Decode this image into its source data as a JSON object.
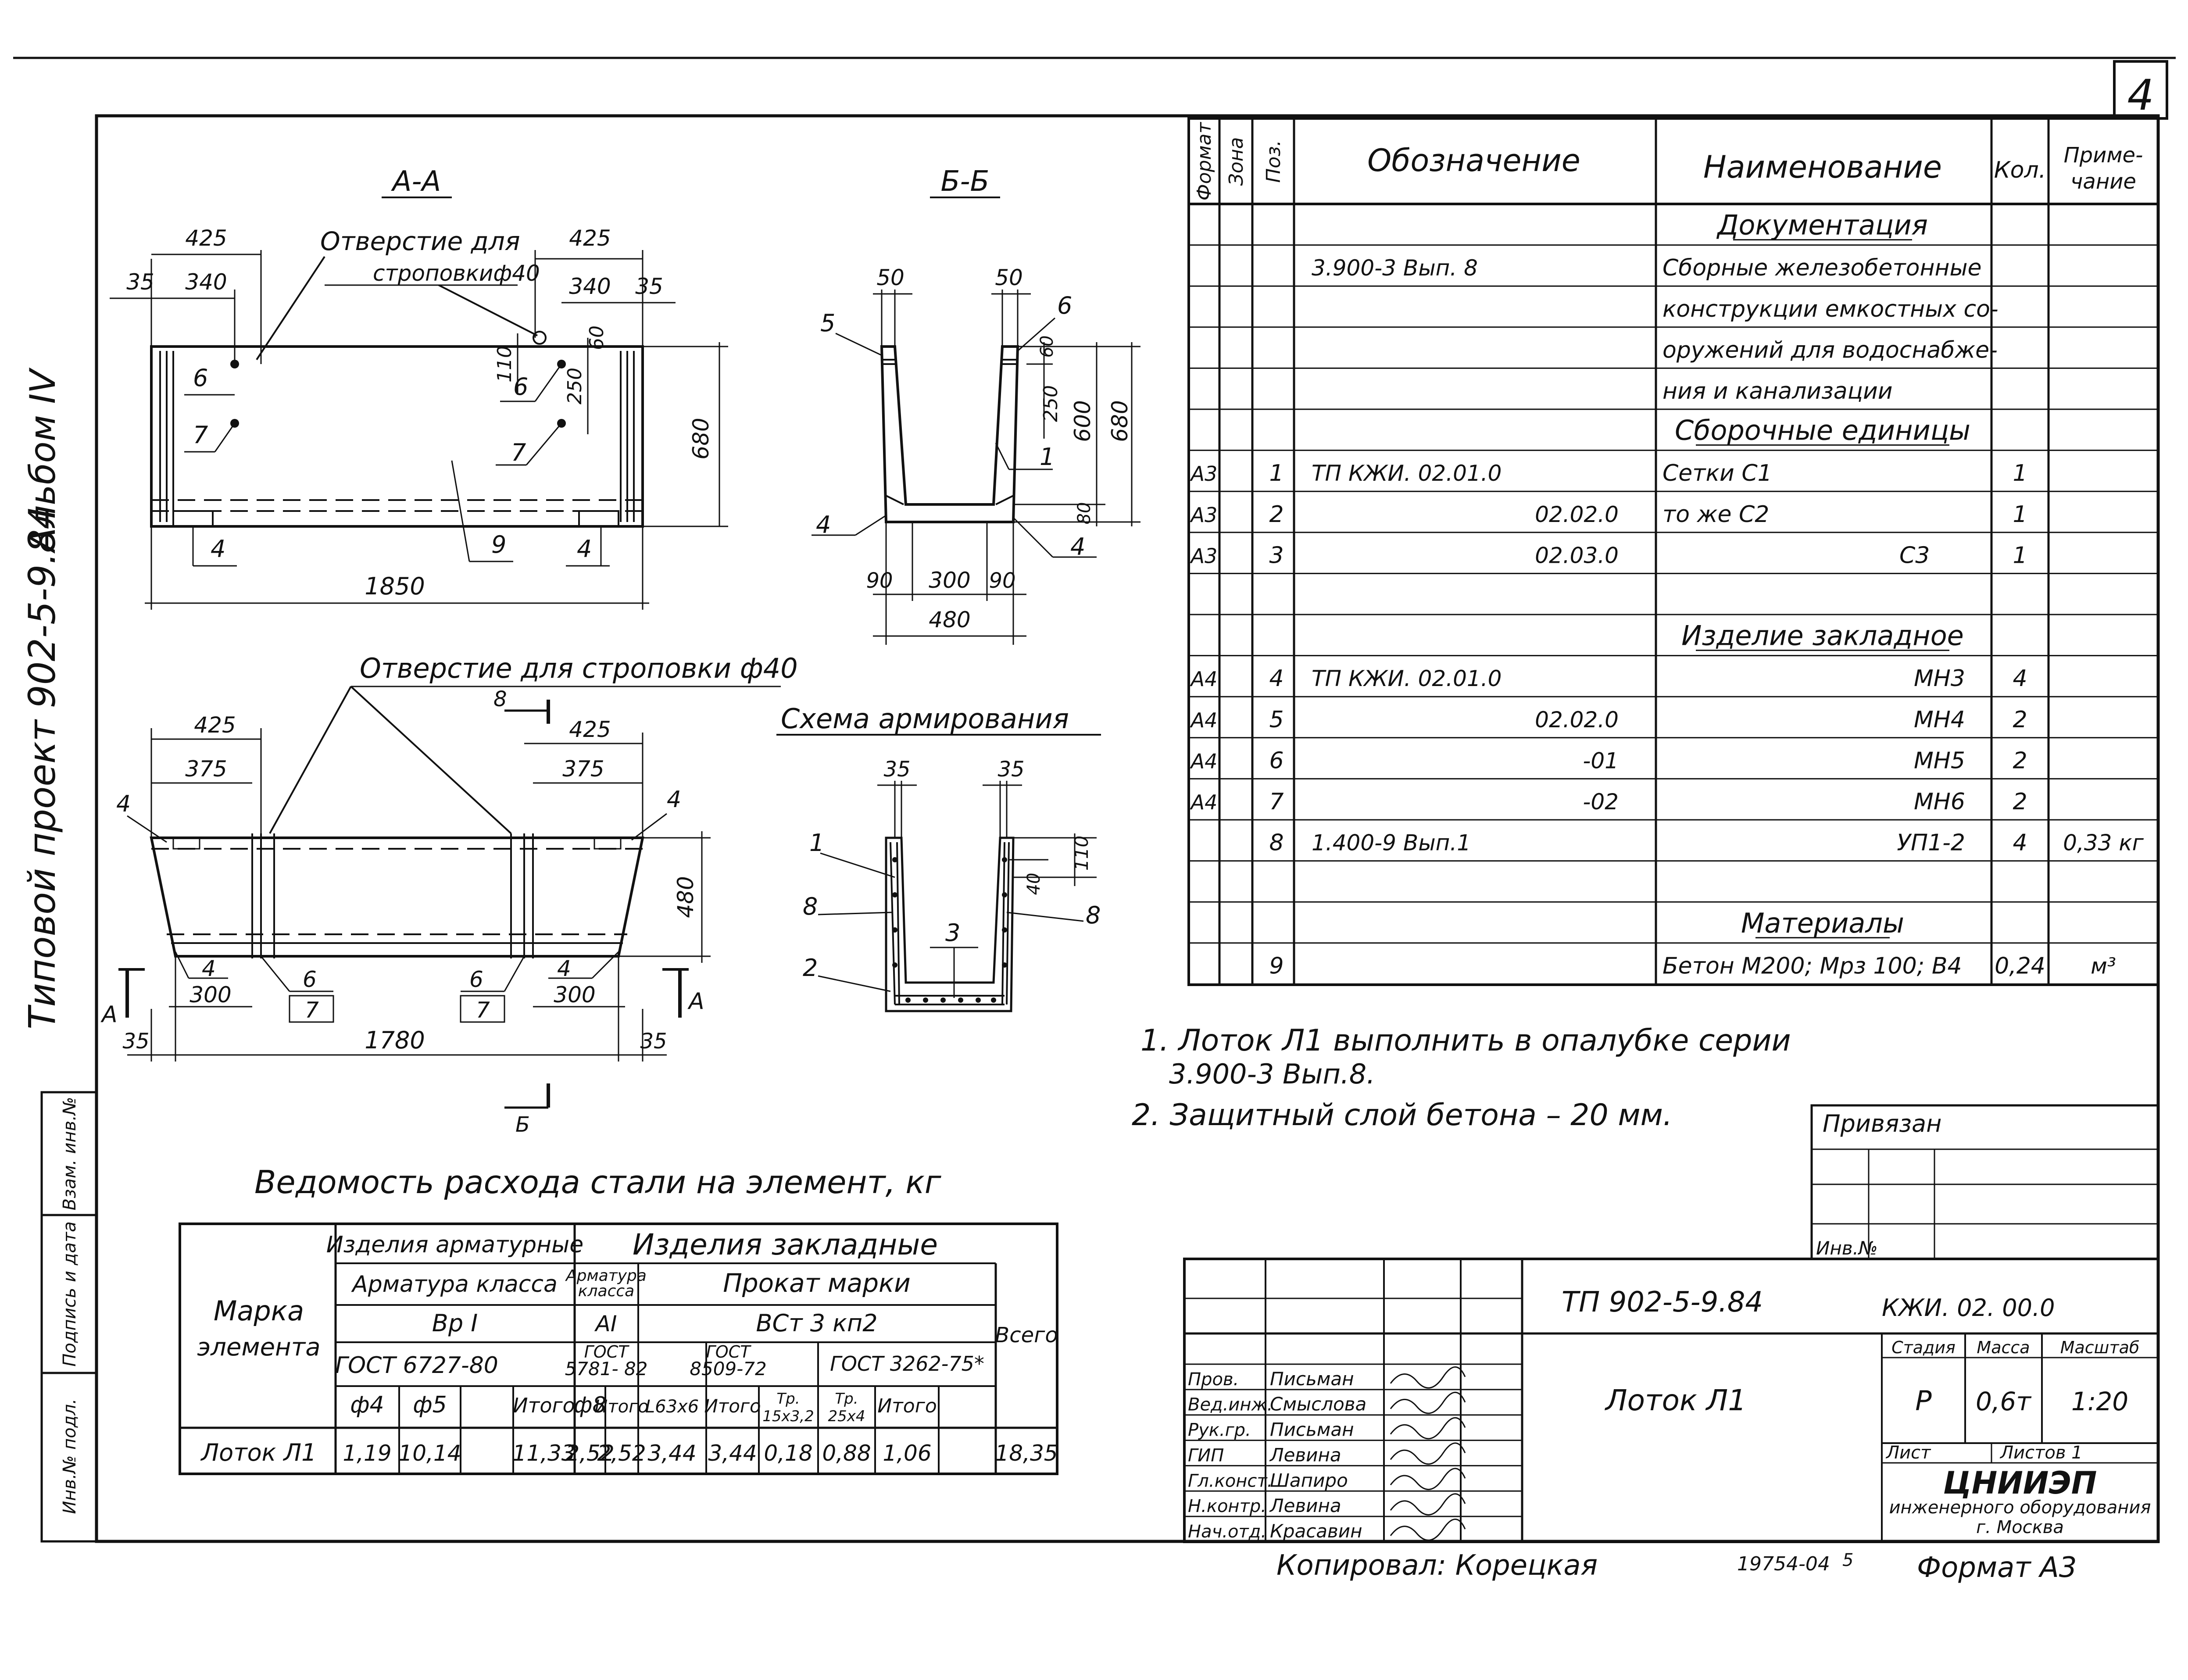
{
  "sheet_number": "4",
  "left_margin": {
    "album": "Альбом IV",
    "project": "Типовой проект 902-5-9.84",
    "stamp": [
      "Инв.№ подл.",
      "Подпись и дата",
      "Взам. инв.№"
    ]
  },
  "views": {
    "section_aa": {
      "title": "А-А",
      "hole_note": [
        "Отверстие для",
        "строповкиф40"
      ],
      "dims": {
        "d425a": "425",
        "d340a": "340",
        "d35a": "35",
        "d425b": "425",
        "d340b": "340",
        "d35b": "35",
        "d60": "60",
        "d110": "110",
        "d250": "250",
        "d680": "680",
        "d1850": "1850"
      },
      "positions": {
        "p6a": "6",
        "p7a": "7",
        "p6b": "6",
        "p7b": "7",
        "p9": "9",
        "p4a": "4",
        "p4b": "4"
      }
    },
    "section_bb": {
      "title": "Б-Б",
      "dims": {
        "d50a": "50",
        "d50b": "50",
        "d60": "60",
        "d250": "250",
        "d600": "600",
        "d680": "680",
        "d80": "80",
        "d90a": "90",
        "d300": "300",
        "d90b": "90",
        "d480": "480"
      },
      "positions": {
        "p5": "5",
        "p6": "6",
        "p1": "1",
        "p4a": "4",
        "p4b": "4"
      }
    },
    "plan": {
      "hole_note": "Отверстие для строповки ф40",
      "cut_b": "Б",
      "cut_b_label": "8",
      "cut_a_left": "А",
      "cut_a_right": "А",
      "dims": {
        "d425a": "425",
        "d375a": "375",
        "d425b": "425",
        "d375b": "375",
        "d480": "480",
        "d300a": "300",
        "d300b": "300",
        "d35a": "35",
        "d1780": "1780",
        "d35b": "35"
      },
      "positions": {
        "p4a": "4",
        "p4b": "4",
        "p4c": "4",
        "p4d": "4",
        "p6a": "6",
        "p7a": "7",
        "p6b": "6",
        "p7b": "7"
      }
    },
    "scheme": {
      "title": "Схема армирования",
      "dims": {
        "d35a": "35",
        "d35b": "35",
        "d110": "110",
        "d40": "40"
      },
      "positions": {
        "p1": "1",
        "p8a": "8",
        "p2": "2",
        "p3": "3",
        "p8b": "8"
      }
    }
  },
  "spec": {
    "headers": {
      "format": "Формат",
      "zone": "Зона",
      "pos": "Поз.",
      "designation": "Обозначение",
      "name": "Наименование",
      "qty": "Кол.",
      "note": "Приме-\nчание"
    },
    "rows": [
      {
        "format": "",
        "pos": "",
        "designation": "",
        "name": "Документация",
        "qty": "",
        "note": "",
        "header": true
      },
      {
        "format": "",
        "pos": "",
        "designation": "3.900-3  Вып. 8",
        "name": "Сборные железобетонные",
        "qty": "",
        "note": ""
      },
      {
        "format": "",
        "pos": "",
        "designation": "",
        "name": "конструкции емкостных со-",
        "qty": "",
        "note": ""
      },
      {
        "format": "",
        "pos": "",
        "designation": "",
        "name": "оружений для водоснабже-",
        "qty": "",
        "note": ""
      },
      {
        "format": "",
        "pos": "",
        "designation": "",
        "name": "ния и канализации",
        "qty": "",
        "note": ""
      },
      {
        "format": "",
        "pos": "",
        "designation": "",
        "name": "Сборочные единицы",
        "qty": "",
        "note": "",
        "header": true
      },
      {
        "format": "А3",
        "pos": "1",
        "designation": "ТП                КЖИ. 02.01.0",
        "name": "Сетки                С1",
        "qty": "1",
        "note": ""
      },
      {
        "format": "А3",
        "pos": "2",
        "designation": "02.02.0",
        "name": "то же              С2",
        "qty": "1",
        "note": ""
      },
      {
        "format": "А3",
        "pos": "3",
        "designation": "02.03.0",
        "name": "С3",
        "qty": "1",
        "note": ""
      },
      {
        "format": "",
        "pos": "",
        "designation": "",
        "name": "",
        "qty": "",
        "note": ""
      },
      {
        "format": "",
        "pos": "",
        "designation": "",
        "name": "Изделие закладное",
        "qty": "",
        "note": "",
        "header": true
      },
      {
        "format": "А4",
        "pos": "4",
        "designation": "ТП                КЖИ. 02.01.0",
        "name": "МН3",
        "qty": "4",
        "note": ""
      },
      {
        "format": "А4",
        "pos": "5",
        "designation": "02.02.0",
        "name": "МН4",
        "qty": "2",
        "note": ""
      },
      {
        "format": "А4",
        "pos": "6",
        "designation": "-01",
        "name": "МН5",
        "qty": "2",
        "note": ""
      },
      {
        "format": "А4",
        "pos": "7",
        "designation": "-02",
        "name": "МН6",
        "qty": "2",
        "note": ""
      },
      {
        "format": "",
        "pos": "8",
        "designation": "1.400-9  Вып.1",
        "name": "УП1-2",
        "qty": "4",
        "note": "0,33 кг"
      },
      {
        "format": "",
        "pos": "",
        "designation": "",
        "name": "",
        "qty": "",
        "note": ""
      },
      {
        "format": "",
        "pos": "",
        "designation": "",
        "name": "Материалы",
        "qty": "",
        "note": "",
        "header": true
      },
      {
        "format": "",
        "pos": "9",
        "designation": "",
        "name": "Бетон М200; Мрз 100; В4",
        "qty": "0,24",
        "note": "м³"
      }
    ]
  },
  "notes": [
    "1. Лоток Л1 выполнить в опалубке серии",
    "3.900-3  Вып.8.",
    "2. Защитный слой бетона – 20 мм."
  ],
  "steel": {
    "title": "Ведомость расхода  стали на элемент, кг",
    "h_mark": [
      "Марка",
      "элемента"
    ],
    "h_arm": "Изделия арматурные",
    "h_zakl": "Изделия закладные",
    "h_arm_class": "Арматура класса",
    "h_arm_class2": [
      "Арматура",
      "класса"
    ],
    "h_prokat": "Прокат марки",
    "h_vrI": "Вр I",
    "h_AI": "АI",
    "h_vst": "ВСт 3 кп2",
    "h_vsego": "Всего",
    "h_gost6727": "ГОСТ 6727-80",
    "h_gost5781": [
      "ГОСТ",
      "5781- 82"
    ],
    "h_gost8509": [
      "ГОСТ",
      "8509-72"
    ],
    "h_gost3262": "ГОСТ 3262-75*",
    "cols": [
      "ф4",
      "ф5",
      "",
      "Итого",
      "ф8",
      "Итого",
      "L63х6",
      "Итого",
      "Тр.\n15х3,2",
      "Тр.\n25х4",
      "Итого"
    ],
    "row": {
      "mark": "Лоток Л1",
      "values": [
        "1,19",
        "10,14",
        "",
        "11,33",
        "2,52",
        "2,52",
        "3,44",
        "3,44",
        "0,18",
        "0,88",
        "1,06"
      ],
      "total": "18,35"
    }
  },
  "title_block": {
    "privyazan": "Привязан",
    "inv": "Инв.№",
    "code": "ТП  902-5-9.84",
    "code2": "КЖИ. 02. 00.0",
    "name": "Лоток Л1",
    "stage_h": "Стадия",
    "mass_h": "Масса",
    "scale_h": "Масштаб",
    "stage": "Р",
    "mass": "0,6т",
    "scale": "1:20",
    "sheet_h": "Лист",
    "sheets_h": "Листов 1",
    "org": [
      "ЦНИИЭП",
      "инженерного оборудования",
      "г. Москва"
    ],
    "signers": [
      {
        "role": "Пров.",
        "name": "Письман"
      },
      {
        "role": "Вед.инж.",
        "name": "Смыслова"
      },
      {
        "role": "Рук.гр.",
        "name": "Письман"
      },
      {
        "role": "ГИП",
        "name": "Левина"
      },
      {
        "role": "Гл.конст.",
        "name": "Шапиро"
      },
      {
        "role": "Н.контр.",
        "name": "Левина"
      },
      {
        "role": "Нач.отд.",
        "name": "Красавин"
      }
    ]
  },
  "footer": {
    "copied": "Копировал: Корецкая",
    "number": "19754-04",
    "num2": "5",
    "format": "Формат А3"
  }
}
